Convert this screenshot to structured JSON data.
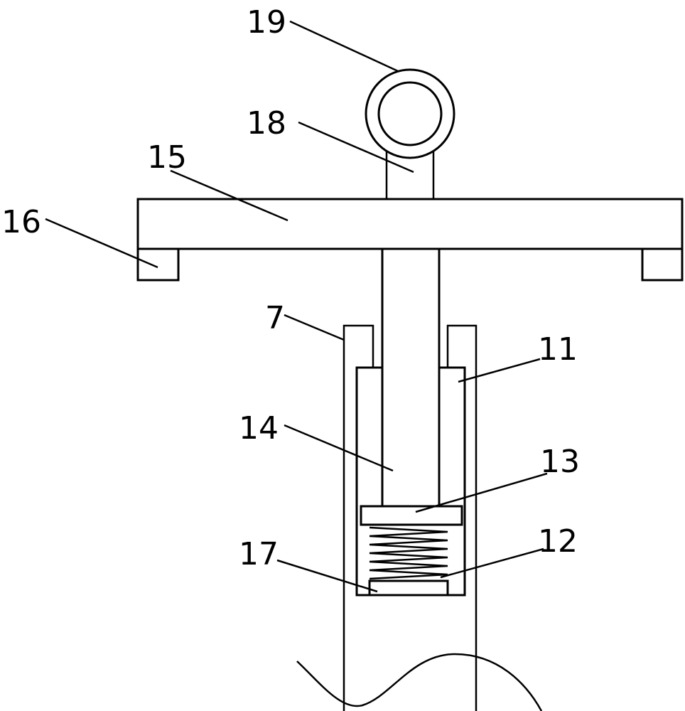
{
  "labels": {
    "l19": "19",
    "l18": "18",
    "l15": "15",
    "l16": "16",
    "l7": "7",
    "l11": "11",
    "l14": "14",
    "l13": "13",
    "l17": "17",
    "l12": "12"
  }
}
